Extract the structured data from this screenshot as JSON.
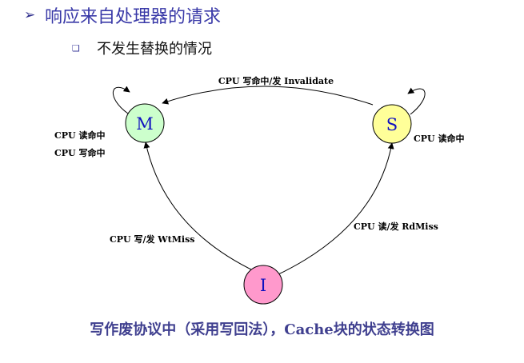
{
  "headings": {
    "level1": {
      "bullet": "➢",
      "text": "响应来自处理器的请求"
    },
    "level2": {
      "bullet": "❑",
      "text": "不发生替换的情况"
    }
  },
  "states": {
    "M": {
      "label": "M",
      "fill": "#ccffcc"
    },
    "S": {
      "label": "S",
      "fill": "#ffff99"
    },
    "I": {
      "label": "I",
      "fill": "#ff99cc"
    }
  },
  "colors": {
    "state_text": "#1010c0",
    "edge": "#000000"
  },
  "transitions": {
    "s_to_m": "CPU 写命中/发 Invalidate",
    "m_self_read": "CPU 读命中",
    "m_self_write": "CPU 写命中",
    "s_self_read": "CPU 读命中",
    "i_to_m": "CPU 写/发 WtMiss",
    "i_to_s": "CPU 读/发 RdMiss"
  },
  "caption": "写作废协议中（采用写回法），Cache块的状态转换图"
}
